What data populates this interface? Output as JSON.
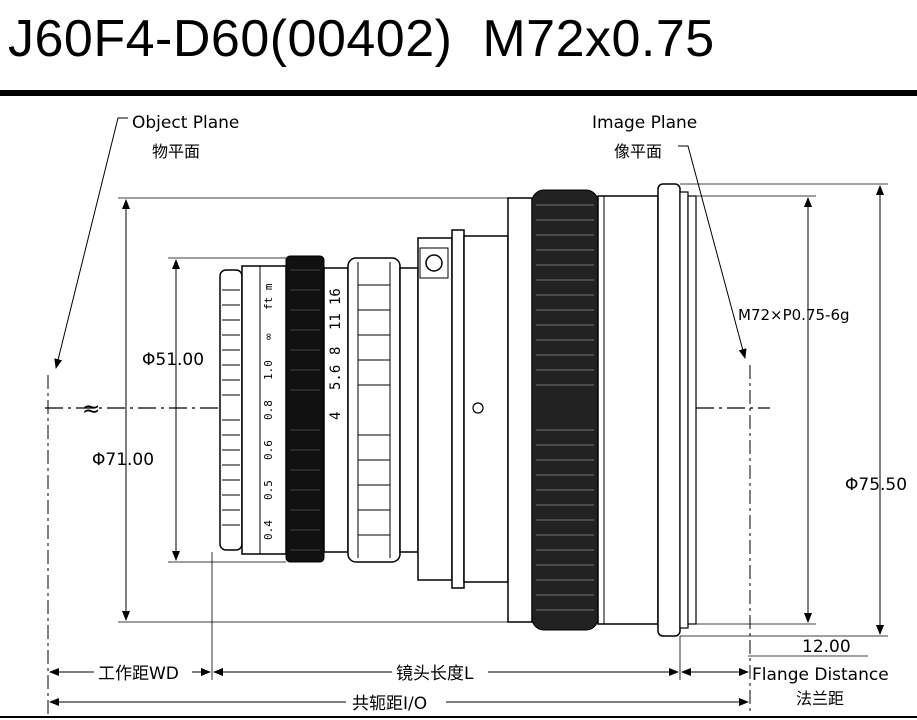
{
  "title": "J60F4-D60(00402)  M72x0.75",
  "labels": {
    "object_plane_en": "Object Plane",
    "object_plane_cn": "物平面",
    "image_plane_en": "Image Plane",
    "image_plane_cn": "像平面",
    "thread_spec": "M72×P0.75-6g",
    "dia_51": "Φ51.00",
    "dia_71": "Φ71.00",
    "dia_75": "Φ75.50",
    "break_symbol": "≈",
    "flange_value": "12.00",
    "flange_en": "Flange Distance",
    "flange_cn": "法兰距",
    "working_distance": "工作距WD",
    "lens_length": "镜头长度L",
    "conjugate_distance": "共轭距I/O"
  },
  "lens_marks": {
    "focus_scale": [
      "0.4",
      "0.5",
      "0.6",
      "0.8",
      "1.0",
      "∞"
    ],
    "focus_units": "ft m",
    "aperture_scale": [
      "4",
      "5.6",
      "8",
      "11",
      "16"
    ]
  },
  "colors": {
    "ink": "#000000",
    "background": "#ffffff"
  }
}
